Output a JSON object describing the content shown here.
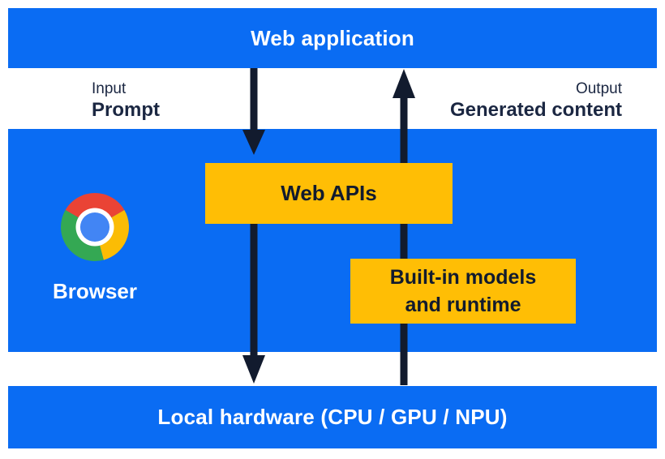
{
  "colors": {
    "panel_blue": "#0a6cf3",
    "box_yellow": "#ffbe05",
    "arrow_navy": "#121b2e",
    "text_navy": "#1b2742",
    "text_light": "#ffffff",
    "chrome_red": "#ea4335",
    "chrome_yellow": "#fbbc05",
    "chrome_green": "#34a853",
    "chrome_blue": "#4285f4"
  },
  "top_bar": {
    "label": "Web application"
  },
  "io": {
    "input_caption": "Input",
    "input_label": "Prompt",
    "output_caption": "Output",
    "output_label": "Generated content"
  },
  "browser_panel": {
    "icon": "chrome-browser-icon",
    "browser_label": "Browser",
    "web_apis_label": "Web APIs",
    "builtin_line1": "Built-in models",
    "builtin_line2": "and runtime"
  },
  "bottom_bar": {
    "label": "Local hardware (CPU / GPU / NPU)"
  },
  "arrows": {
    "down_arrow": "web-application-to-local-hardware",
    "up_arrow": "local-hardware-to-web-application"
  }
}
